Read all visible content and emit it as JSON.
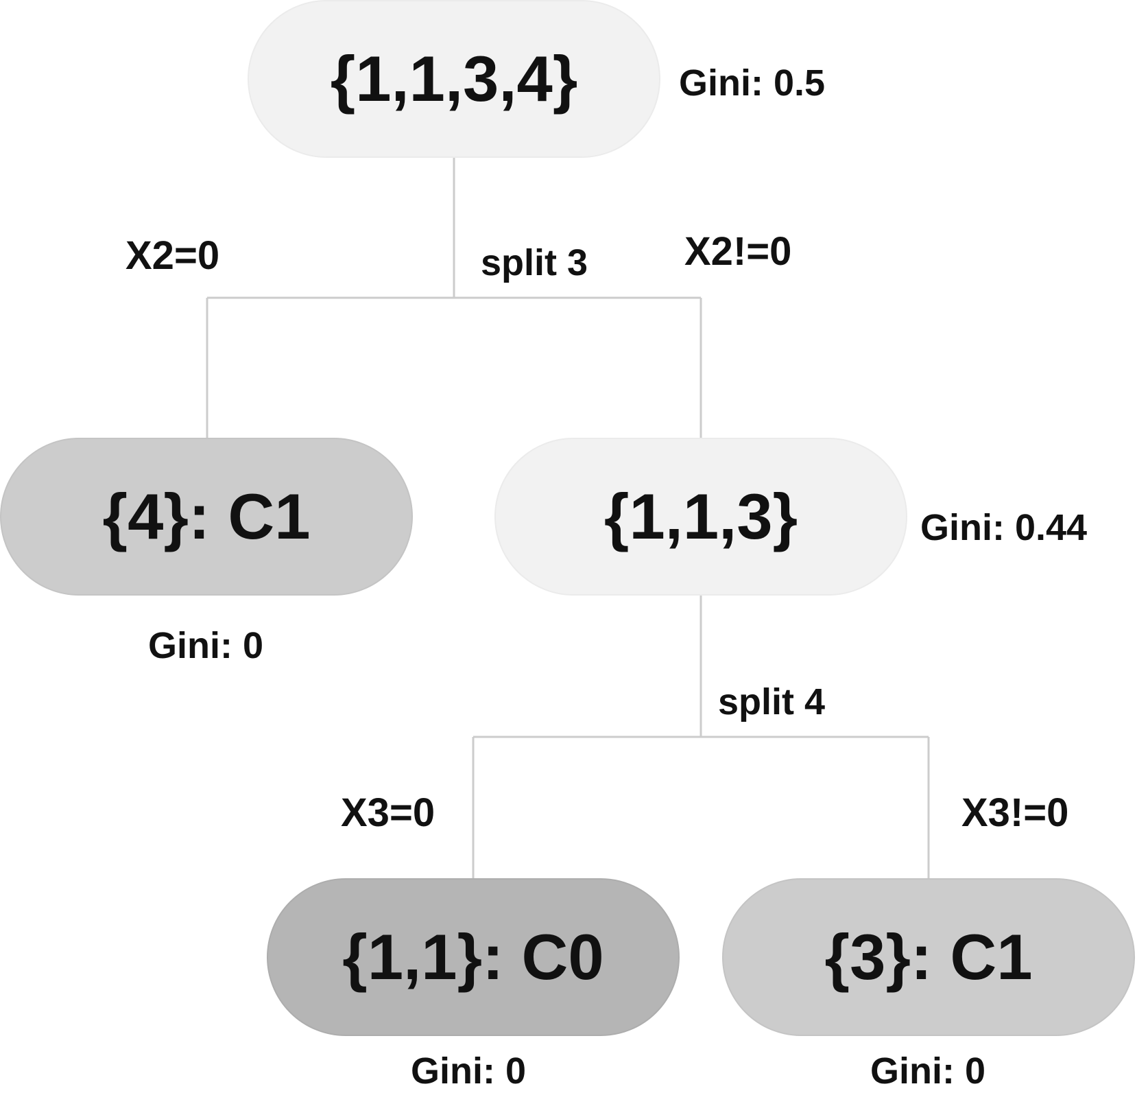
{
  "nodes": {
    "root": {
      "label": "{1,1,3,4}",
      "gini": "Gini: 0.5"
    },
    "left_leaf": {
      "label": "{4}: C1",
      "gini": "Gini: 0"
    },
    "mid": {
      "label": "{1,1,3}",
      "gini": "Gini: 0.44"
    },
    "leaf_c0": {
      "label": "{1,1}: C0",
      "gini": "Gini: 0"
    },
    "leaf_c1": {
      "label": "{3}: C1",
      "gini": "Gini: 0"
    }
  },
  "splits": {
    "split3": {
      "label": "split 3",
      "left_condition": "X2=0",
      "right_condition": "X2!=0"
    },
    "split4": {
      "label": "split 4",
      "left_condition": "X3=0",
      "right_condition": "X3!=0"
    }
  },
  "colors": {
    "internal_node_fill": "#f2f2f2",
    "leaf_fill": "#cccccc",
    "leaf_dark_fill": "#b5b5b5",
    "edge": "#cccccc",
    "text": "#111111"
  }
}
